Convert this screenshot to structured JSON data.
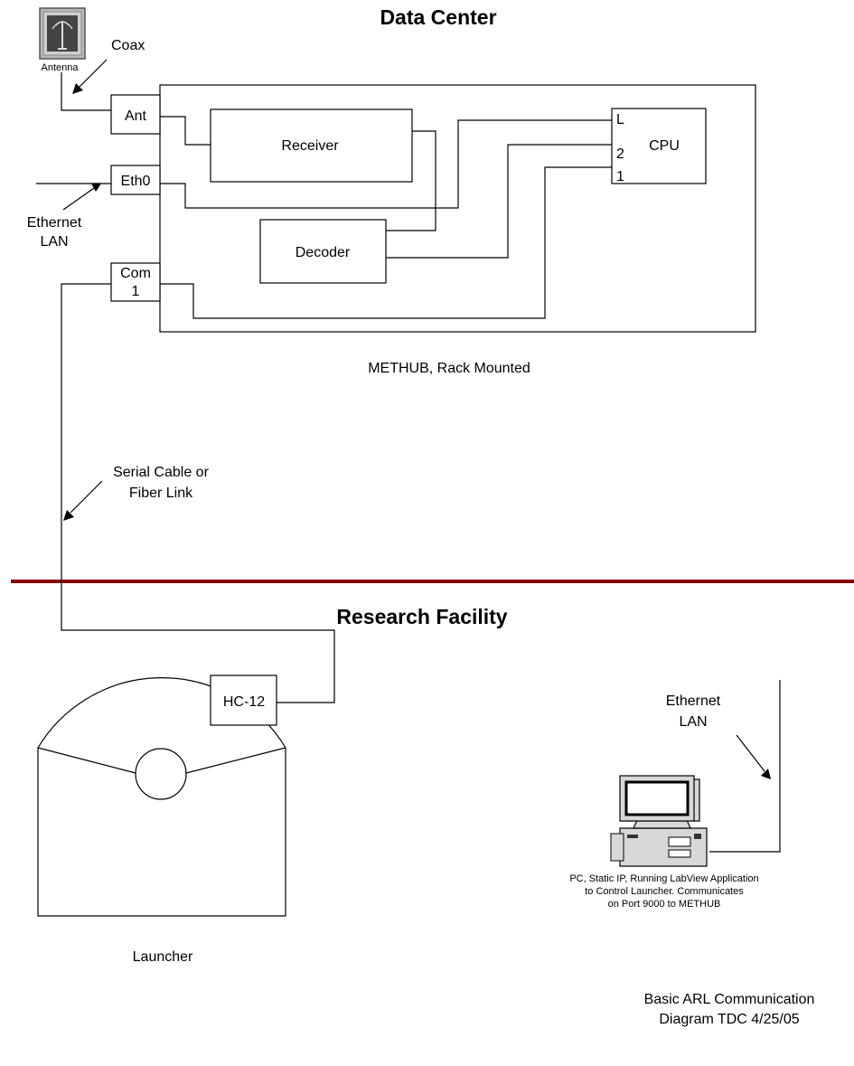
{
  "headings": {
    "data_center": "Data Center",
    "research_facility": "Research Facility"
  },
  "antenna": {
    "label": "Antenna"
  },
  "labels": {
    "coax": "Coax",
    "ethernet_top_line1": "Ethernet",
    "ethernet_top_line2": "LAN",
    "methub_caption": "METHUB, Rack Mounted",
    "serial_line1": "Serial Cable or",
    "serial_line2": "Fiber Link",
    "ethernet_bottom_line1": "Ethernet",
    "ethernet_bottom_line2": "LAN",
    "launcher": "Launcher"
  },
  "ports": {
    "ant": "Ant",
    "eth0": "Eth0",
    "com_line1": "Com",
    "com_line2": "1"
  },
  "components": {
    "receiver": "Receiver",
    "decoder": "Decoder",
    "cpu": "CPU",
    "cpu_port_l": "L",
    "cpu_port_2": "2",
    "cpu_port_1": "1",
    "hc12": "HC-12"
  },
  "pc_caption": [
    "PC, Static IP, Running LabView Application",
    "to Control Launcher.  Communicates",
    "on Port 9000 to METHUB"
  ],
  "footer": [
    "Basic ARL Communication",
    "Diagram  TDC 4/25/05"
  ],
  "colors": {
    "divider": "#8b0000",
    "antenna_bg": "#b8b8b8"
  }
}
